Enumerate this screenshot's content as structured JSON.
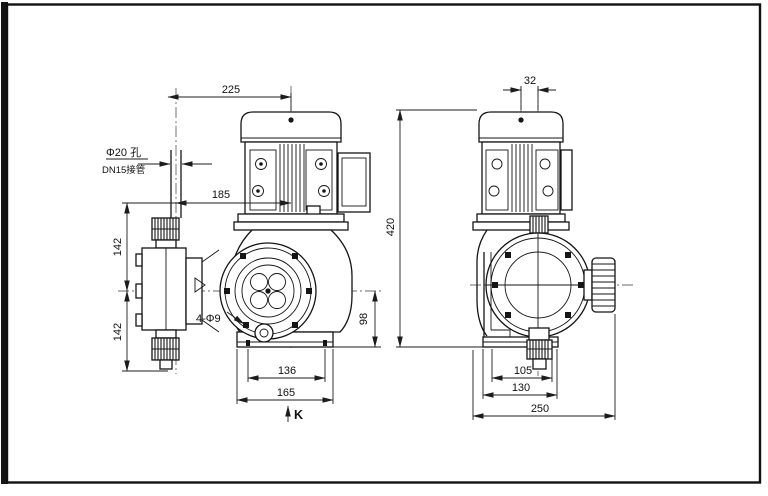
{
  "drawing": {
    "front_view": {
      "pipe_hole_label": "Φ20 孔",
      "pipe_conn_label": "DN15接管",
      "dim_top_width": "225",
      "dim_head_to_motor": "185",
      "dim_suction_to_center": "142",
      "dim_center_to_discharge": "142",
      "dim_center_height": "98",
      "mount_holes_label": "4-Φ9",
      "dim_foot_holes": "136",
      "dim_foot_width": "165",
      "view_label": "K"
    },
    "side_view": {
      "dim_axis_offset": "32",
      "dim_height": "420",
      "dim_base_slots": "105",
      "dim_base_width": "130",
      "dim_depth": "250"
    },
    "colors": {
      "line": "#151515",
      "background": "#ffffff"
    }
  }
}
